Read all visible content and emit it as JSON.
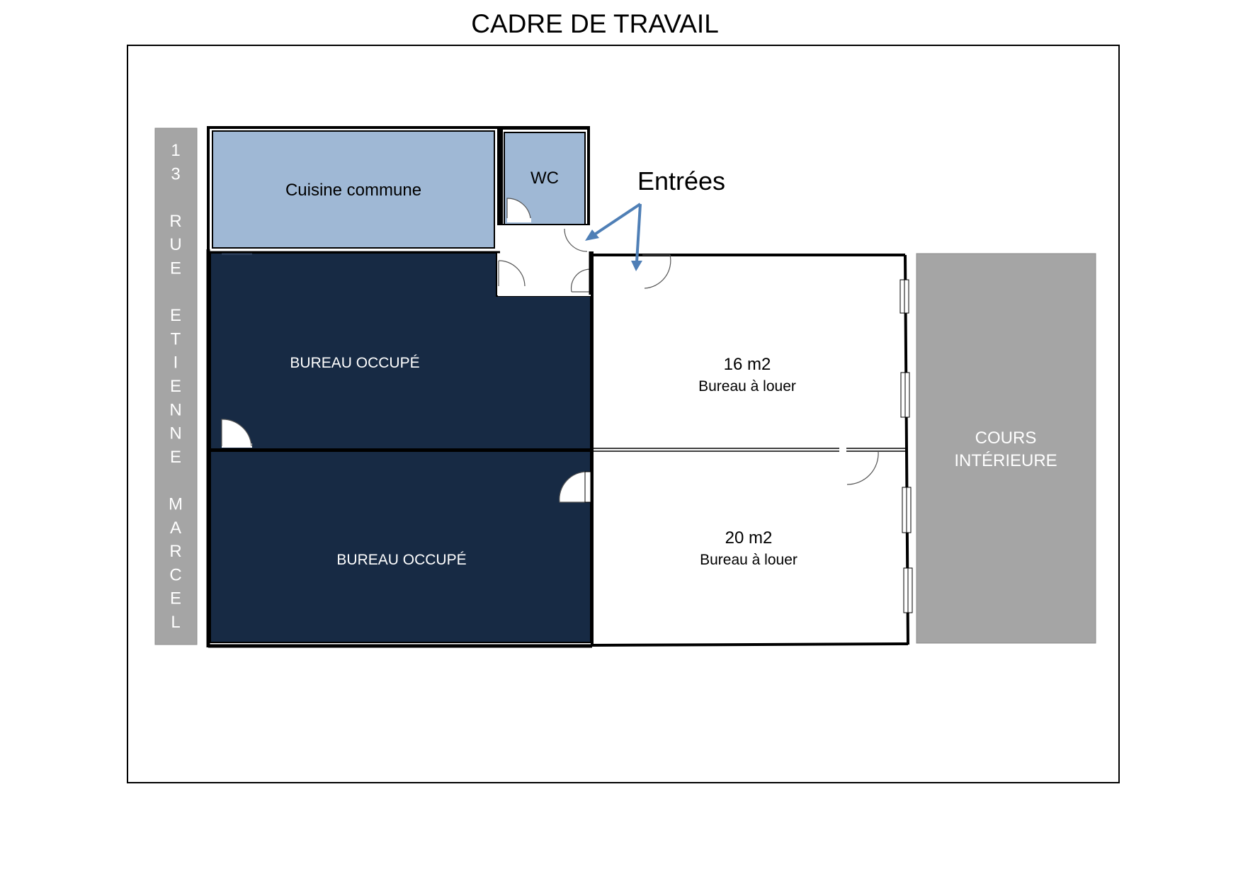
{
  "title": "CADRE DE TRAVAIL",
  "street": {
    "text": "13 RUE ETIENNE MARCEL"
  },
  "courtyard": {
    "line1": "COURS",
    "line2": "INTÉRIEURE"
  },
  "rooms": {
    "kitchen": "Cuisine commune",
    "wc": "WC",
    "office_top": "BUREAU OCCUPÉ",
    "office_bottom": "BUREAU OCCUPÉ",
    "rent_top": {
      "area": "16 m2",
      "label": "Bureau à louer"
    },
    "rent_bottom": {
      "area": "20 m2",
      "label": "Bureau à louer"
    }
  },
  "annotation": {
    "entrances": "Entrées"
  },
  "colors": {
    "light_blue": "#9fb8d5",
    "dark_navy": "#172a44",
    "gray": "#a5a5a5",
    "arrow": "#4f7fb6",
    "wall": "#000000"
  }
}
